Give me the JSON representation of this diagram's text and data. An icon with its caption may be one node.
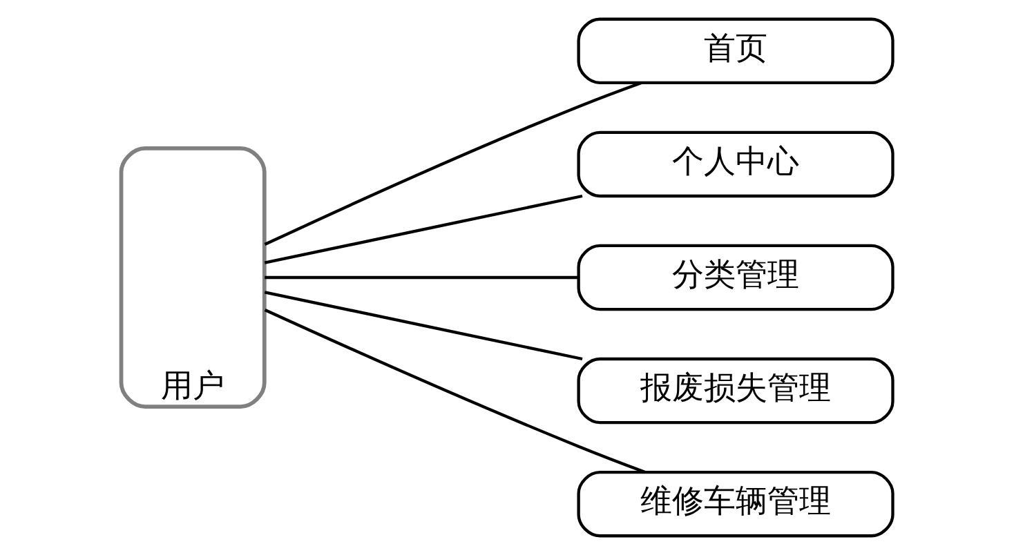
{
  "diagram": {
    "nodes": [
      {
        "text": [
          "用户"
        ]
      },
      {
        "text": [
          "首页"
        ]
      },
      {
        "text": [
          "个人中心"
        ]
      },
      {
        "text": [
          "分类管理"
        ]
      },
      {
        "text": [
          "报废损失管理"
        ]
      },
      {
        "text": [
          "维修车辆管理"
        ]
      }
    ],
    "edges": [
      {
        "from": 0,
        "to": 1,
        "arrow": "none"
      },
      {
        "from": 0,
        "to": 2,
        "arrow": "none"
      },
      {
        "from": 0,
        "to": 3,
        "arrow": "none"
      },
      {
        "from": 0,
        "to": 4,
        "arrow": "none"
      },
      {
        "from": 0,
        "to": 5,
        "arrow": "none"
      }
    ]
  }
}
